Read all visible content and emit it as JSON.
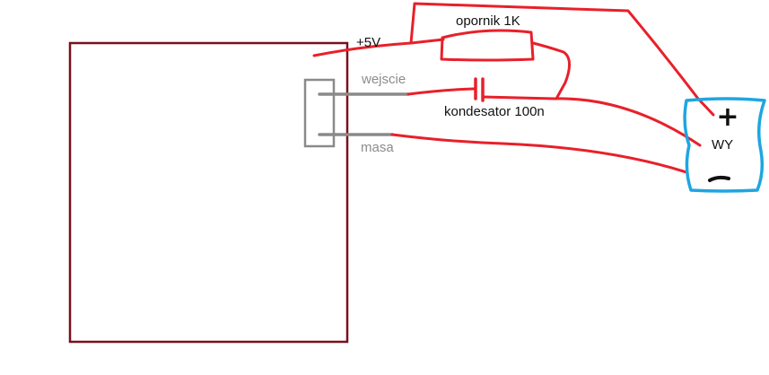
{
  "colors": {
    "board": "#7a0f1e",
    "connector": "#8a8a8a",
    "wire": "#e8202a",
    "output_box": "#1ea6e0",
    "text_gray": "#8c8c8c",
    "text_black": "#111111"
  },
  "labels": {
    "plus5v": "+5V",
    "wejscie": "wejscie",
    "masa": "masa",
    "opornik": "opornik 1K",
    "kondesator": "kondesator 100n",
    "output": "WY",
    "plus_sign": "+",
    "minus_sign": "-"
  }
}
